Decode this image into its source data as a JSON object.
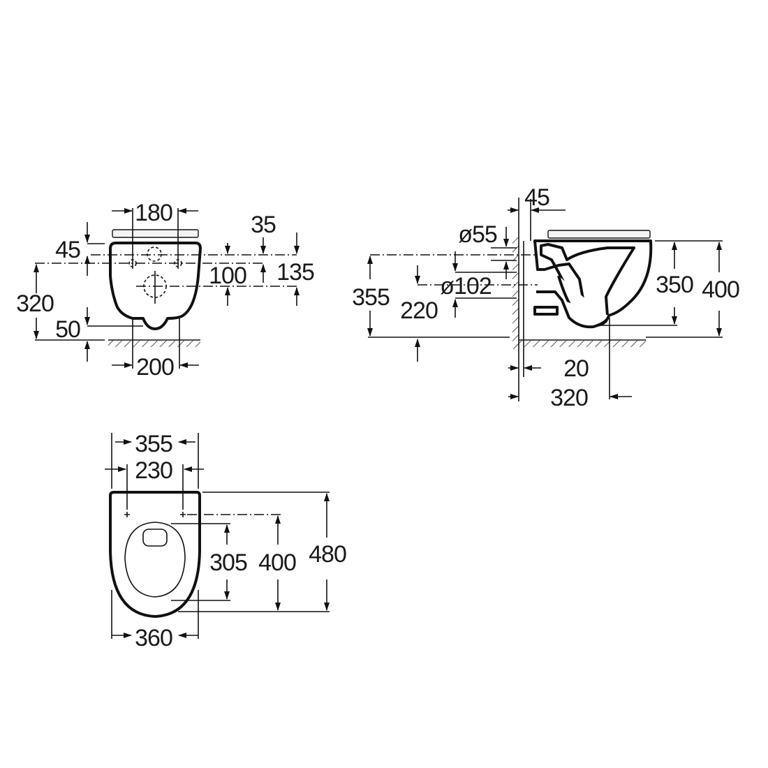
{
  "front_view": {
    "dims": {
      "seat_fixing_spacing": "180",
      "top_to_fixing": "45",
      "fixing_height": "320",
      "trap_to_floor": "50",
      "base_width": "200",
      "rim_to_fixing": "35",
      "fixing_to_outlet": "100",
      "rim_to_outlet": "135"
    }
  },
  "side_view": {
    "dims": {
      "wall_offset": "45",
      "inlet_diameter": "ø55",
      "inlet_height": "355",
      "outlet_height": "220",
      "outlet_diameter": "ø102",
      "bowl_height": "350",
      "total_height": "400",
      "wall_gap": "20",
      "outlet_projection": "320"
    }
  },
  "top_view": {
    "dims": {
      "rear_width": "355",
      "seat_hinge_spacing": "230",
      "opening_length": "305",
      "hinge_to_front": "400",
      "total_length": "480",
      "max_width": "360"
    }
  },
  "colors": {
    "line": "#111111",
    "seat_fill": "#f4f4f4"
  }
}
